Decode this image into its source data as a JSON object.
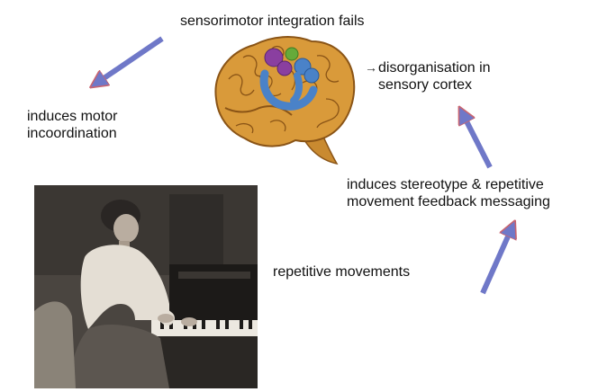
{
  "labels": {
    "sensorimotor_fails": "sensorimotor integration fails",
    "motor_line1": "induces motor",
    "motor_line2": "incoordination",
    "cortex_arrow": "→",
    "cortex_line1": "disorganisation in",
    "cortex_line2": "sensory cortex",
    "stereotype_line1": "induces stereotype & repetitive",
    "stereotype_line2": "movement feedback messaging",
    "repetitive": "repetitive movements"
  },
  "colors": {
    "arrow_fill": "#6f78c8",
    "arrow_outline": "#c86470",
    "brain_fill": "#d99a3a",
    "brain_dark": "#8a5416",
    "brain_stem": "#c98a30",
    "region_blue": "#4a82c8",
    "region_purple": "#8a3fa0",
    "region_green": "#66aa3a"
  },
  "icons": {
    "brain": "brain-illustration",
    "photo": "pianist-photo"
  }
}
